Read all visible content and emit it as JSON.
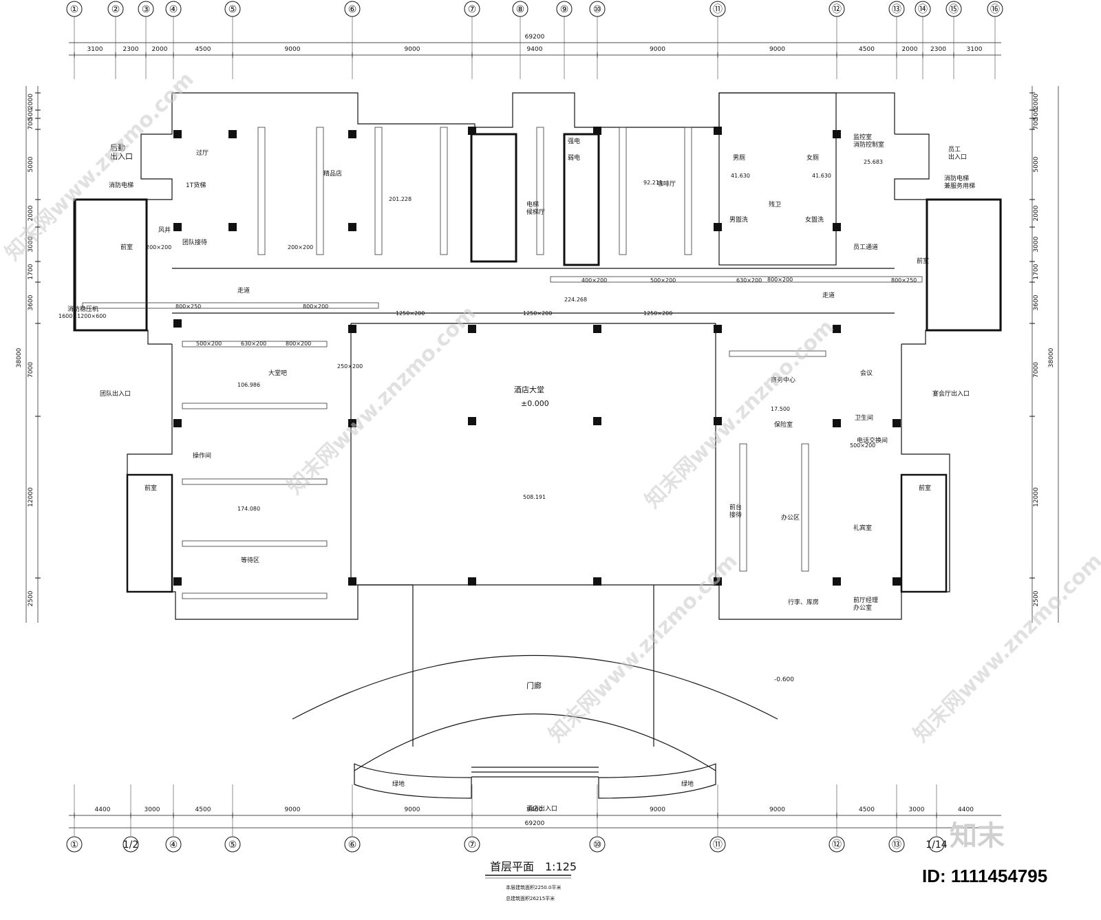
{
  "axes_top": [
    "①",
    "②",
    "③",
    "④",
    "⑤",
    "⑥",
    "⑦",
    "⑧",
    "⑨",
    "⑩",
    "⑪",
    "⑫",
    "⑬",
    "⑭",
    "⑮",
    "⑯"
  ],
  "axes_bottom": [
    "①",
    "1/2",
    "④",
    "⑤",
    "⑥",
    "⑦",
    "⑩",
    "⑪",
    "⑫",
    "⑬",
    "1/14"
  ],
  "dims_top_overall": "69200",
  "dims_top": [
    "3100",
    "2300",
    "2000",
    "4500",
    "9000",
    "9000",
    "9400",
    "9000",
    "9000",
    "4500",
    "2000",
    "2300",
    "3100"
  ],
  "dims_bottom": [
    "4400",
    "3000",
    "4500",
    "9000",
    "9000",
    "9400",
    "9000",
    "9000",
    "4500",
    "3000",
    "4400"
  ],
  "dims_bottom_overall": "69200",
  "dims_left": [
    "2000",
    "500",
    "700",
    "5000",
    "2000",
    "3000",
    "1700",
    "3600",
    "7000",
    "12000",
    "2500"
  ],
  "dims_right": [
    "2000",
    "500",
    "700",
    "5000",
    "2000",
    "3000",
    "1700",
    "3600",
    "7000",
    "12000",
    "2500"
  ],
  "side_overall_left": "38000",
  "side_overall_right": "38000",
  "rooms": {
    "rear_entrance": "后勤\n出入口",
    "fire_elevator_left": "消防电梯",
    "hall": "过厅",
    "elevator_1t": "1T货梯",
    "group_reception": "团队接待",
    "shop": "精品店",
    "shop_area": "201.228",
    "elevator_hall": "电梯\n候梯厅",
    "strong_power": "强电",
    "weak_power": "弱电",
    "cafe": "咖啡厅",
    "cafe_area": "92.211",
    "mens_toilet": "男厕",
    "mens_area": "41.630",
    "womens_toilet": "女厕",
    "womens_area": "41.630",
    "disabled_wc": "残卫",
    "mens_wash": "男盥洗",
    "womens_wash": "女盥洗",
    "monitor_room": "监控室\n消防控制室",
    "monitor_area": "25.683",
    "staff_entrance": "员工\n出入口",
    "staff_elevator": "消防电梯\n兼服务用梯",
    "staff_corridor": "员工通道",
    "front_room_left": "前室",
    "front_room_right": "前室",
    "corridor_left": "走道",
    "corridor_right": "走道",
    "corridor_area": "224.268",
    "fire_pump": "消防稳压机",
    "fire_pump_size": "1600×1200×600",
    "group_entrance": "团队出入口",
    "lobby_bar": "大堂吧",
    "lobby_bar_area": "106.986",
    "operation_room": "操作间",
    "waiting_area": "等待区",
    "waiting_area_size": "174.080",
    "lobby": "酒店大堂",
    "lobby_level": "±0.000",
    "lobby_area": "508.191",
    "business_center": "商务中心",
    "meeting": "会议",
    "banquet_entrance": "宴会厅出入口",
    "safe_room": "保险室",
    "safe_area": "17.500",
    "restroom": "卫生间",
    "phone_room": "电话交换间",
    "reception": "前台\n接待",
    "office_area": "办公区",
    "gift_room": "礼宾室",
    "luggage": "行李、库房",
    "lobby_manager": "前厅经理\n办公室",
    "front_room_sw": "前室",
    "front_room_se": "前室",
    "porch": "门廊",
    "porch_level": "-0.600",
    "greenery_left": "绿地",
    "greenery_right": "绿地",
    "hotel_entrance": "酒店出入口",
    "fan_shaft": "风井"
  },
  "ducts": [
    "800×250",
    "800×200",
    "800×200",
    "1250×200",
    "1250×200",
    "1250×200",
    "400×200",
    "500×200",
    "630×200",
    "800×250",
    "200×200",
    "200×200",
    "250×200",
    "500×200",
    "630×200",
    "800×200",
    "500×200"
  ],
  "drawing_title": "首层平面",
  "drawing_scale": "1:125",
  "notes": [
    "本层建筑面积2250.0平米",
    "总建筑面积26215平米"
  ],
  "brand_mark": "知末",
  "id_label": "ID: 1111454795",
  "watermark": "知末网www.znzmo.com"
}
